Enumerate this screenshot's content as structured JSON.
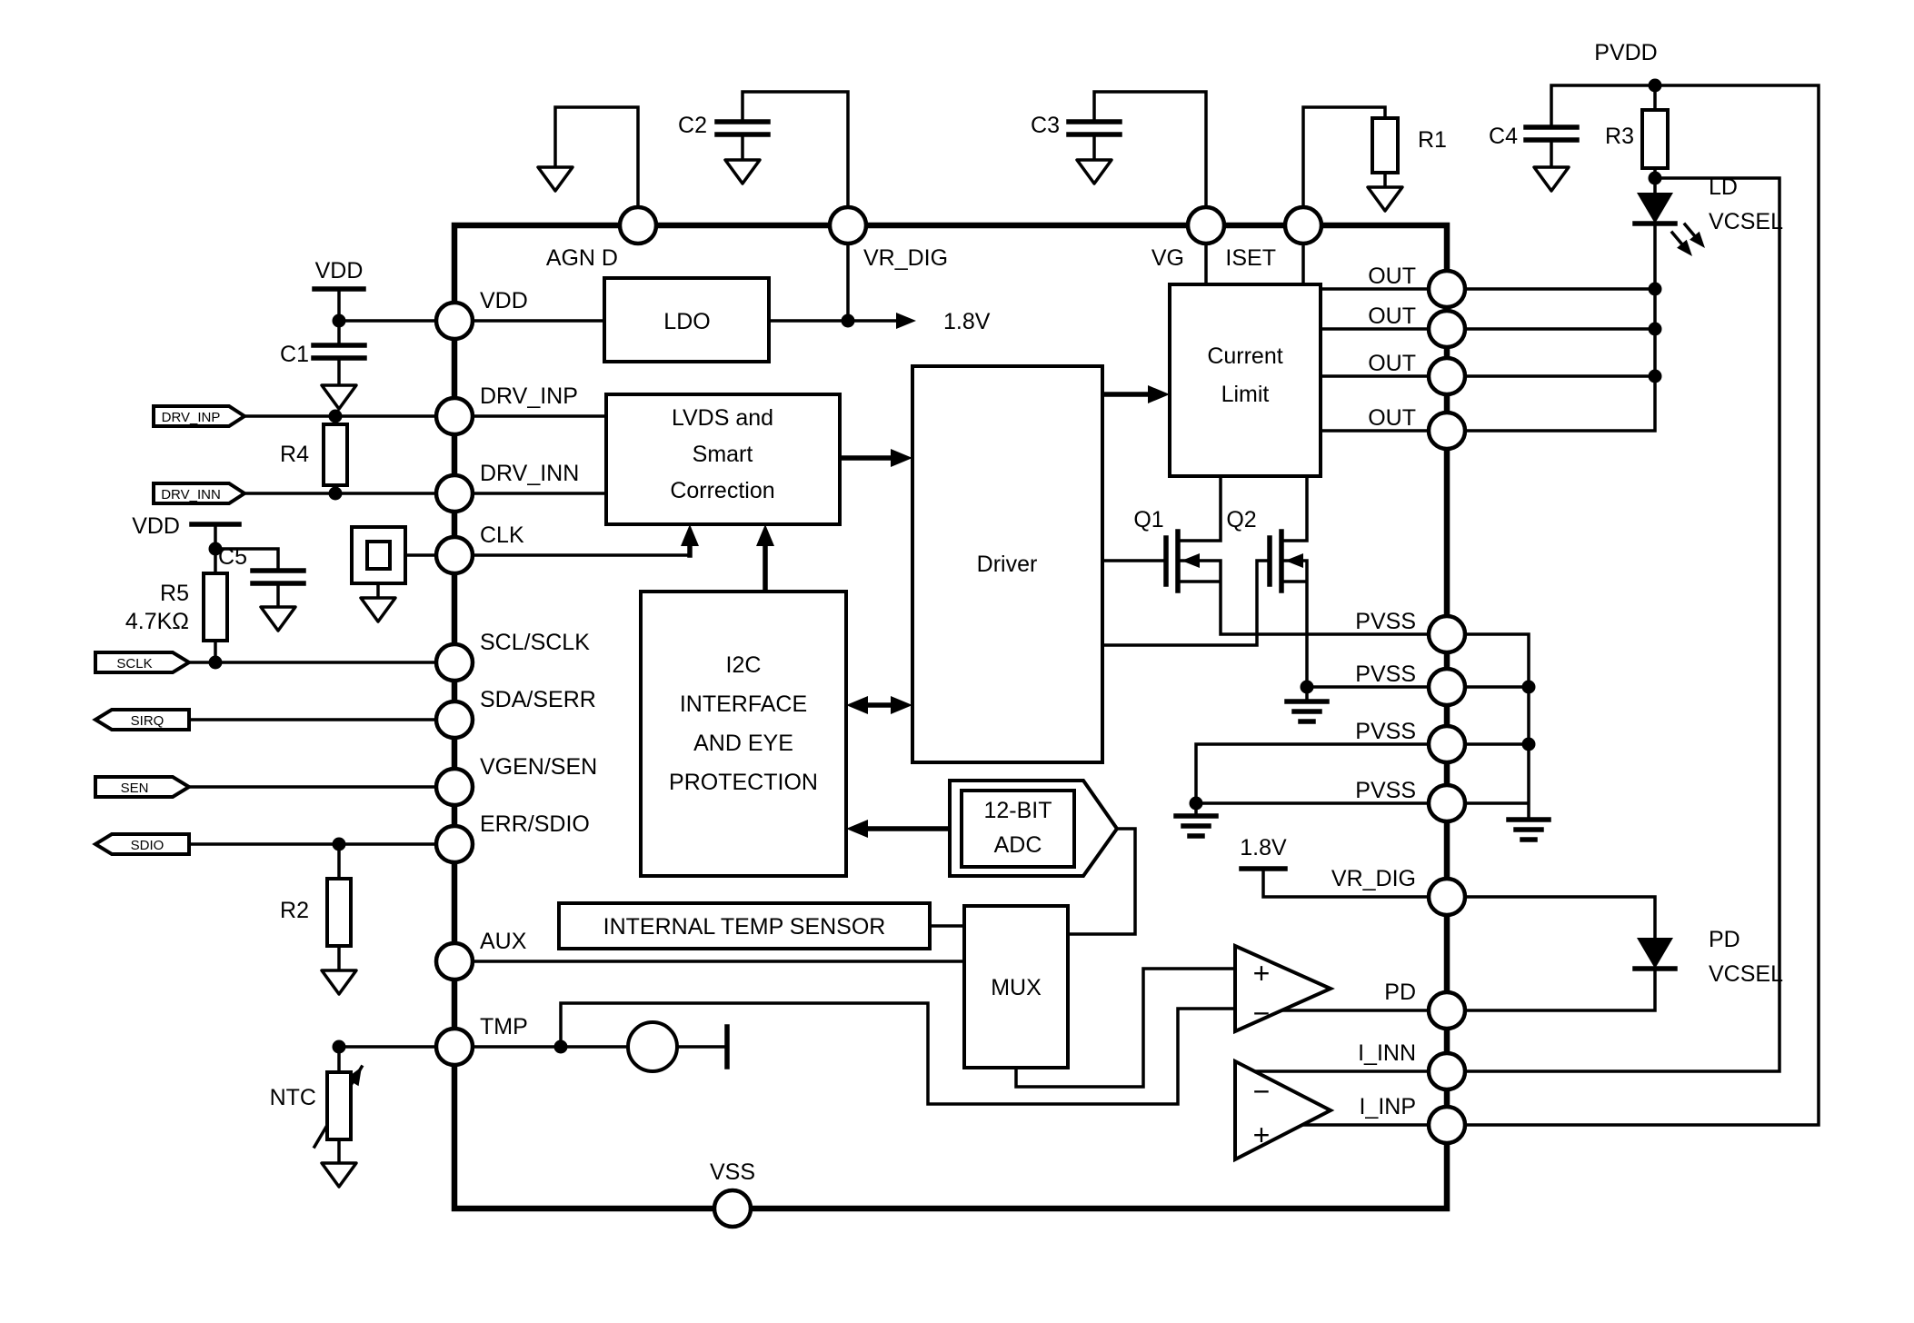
{
  "colors": {
    "ink": "#000000",
    "background": "#ffffff"
  },
  "chip": {
    "pins_left": [
      "VDD",
      "DRV_INP",
      "DRV_INN",
      "CLK",
      "SCL/SCLK",
      "SDA/SERR",
      "VGEN/SEN",
      "ERR/SDIO",
      "AUX",
      "TMP"
    ],
    "pins_top": [
      "AGN D",
      "VR_DIG",
      "VG",
      "ISET"
    ],
    "pins_right": [
      "OUT",
      "OUT",
      "OUT",
      "OUT",
      "PVSS",
      "PVSS",
      "PVSS",
      "PVSS",
      "VR_DIG",
      "PD",
      "I_INN",
      "I_INP"
    ],
    "pin_bottom": "VSS"
  },
  "blocks": {
    "ldo": "LDO",
    "lvds": [
      "LVDS and",
      "Smart",
      "Correction"
    ],
    "i2c": [
      "I2C",
      "INTERFACE",
      "AND EYE",
      "PROTECTION"
    ],
    "driver": "Driver",
    "current_limit": [
      "Current",
      "Limit"
    ],
    "adc": [
      "12-BIT",
      "ADC"
    ],
    "temp_sensor": "INTERNAL TEMP SENSOR",
    "mux": "MUX"
  },
  "transistors": {
    "q1": "Q1",
    "q2": "Q2"
  },
  "comparators": {
    "pd_plus": "+",
    "pd_minus": "−",
    "isense_minus": "−",
    "isense_plus": "+"
  },
  "supplies": {
    "pvdd": "PVDD",
    "vdd_main": "VDD",
    "vdd_pullup": "VDD",
    "v18_out": "1.8V",
    "v18_pd": "1.8V"
  },
  "passives": {
    "c1": "C1",
    "c2": "C2",
    "c3": "C3",
    "c4": "C4",
    "c5": "C5",
    "r1": "R1",
    "r2": "R2",
    "r3": "R3",
    "r4": "R4",
    "r5": "R5",
    "r5_value": "4.7KΩ",
    "ntc": "NTC"
  },
  "diodes": {
    "ld_name": "LD",
    "ld_type": "VCSEL",
    "pd_name": "PD",
    "pd_type": "VCSEL"
  },
  "flags": [
    "DRV_INP",
    "DRV_INN",
    "SCLK",
    "SIRQ",
    "SEN",
    "SDIO"
  ]
}
